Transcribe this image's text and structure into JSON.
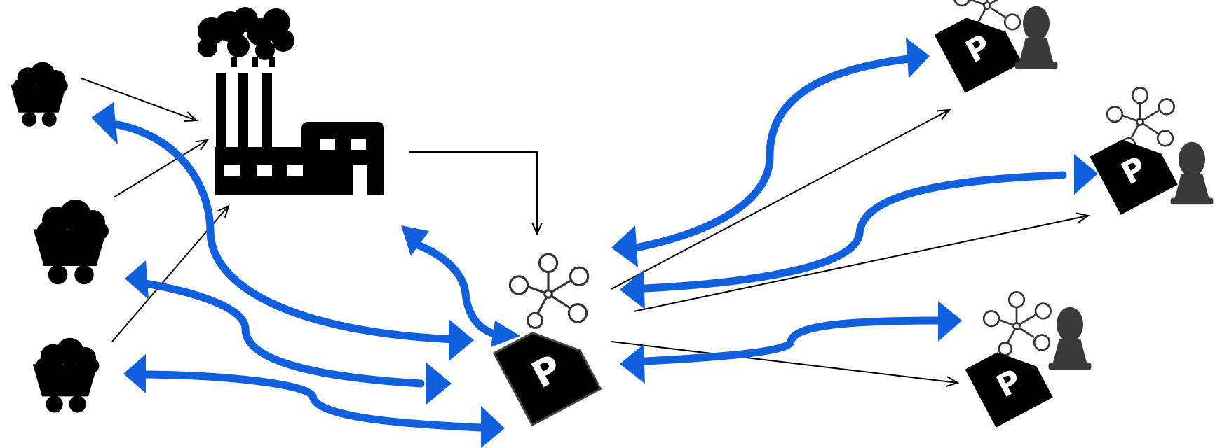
{
  "colors": {
    "flow_blue": "#1060de",
    "ink": "#000000",
    "person_grey": "#3a3a3a",
    "background": "#ffffff"
  },
  "icons": {
    "coal_cart": "coal-cart-icon",
    "factory": "factory-icon",
    "product_tag": "product-tag-icon",
    "network": "network-molecule-icon",
    "person": "person-icon"
  },
  "labels": {
    "tag_center": "P",
    "tag_consumer_1": "P",
    "tag_consumer_2": "P",
    "tag_consumer_3": "P"
  }
}
